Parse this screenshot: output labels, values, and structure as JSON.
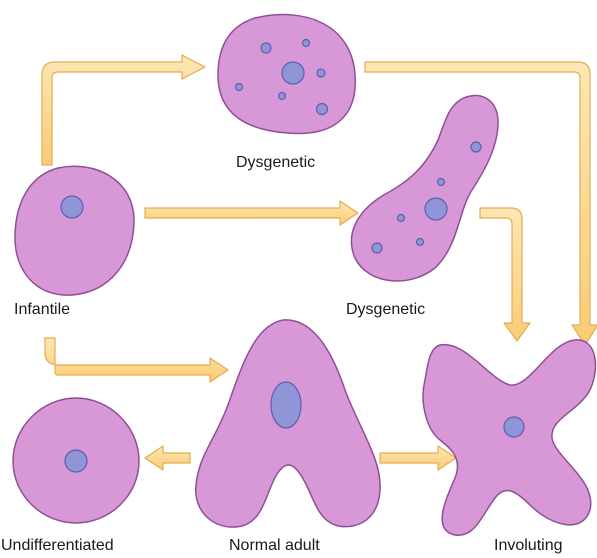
{
  "colors": {
    "cell_fill": "#d898d8",
    "cell_stroke": "#8e4f96",
    "nucleus_fill": "#8f95d6",
    "nucleus_stroke": "#5a5fb0",
    "arrow_fill": "#fcd891",
    "arrow_stroke": "#e5ab52"
  },
  "labels": {
    "dysgenetic_top": "Dysgenetic",
    "infantile": "Infantile",
    "dysgenetic_mid": "Dysgenetic",
    "undifferentiated": "Undifferentiated",
    "normal_adult": "Normal adult",
    "involuting": "Involuting"
  }
}
